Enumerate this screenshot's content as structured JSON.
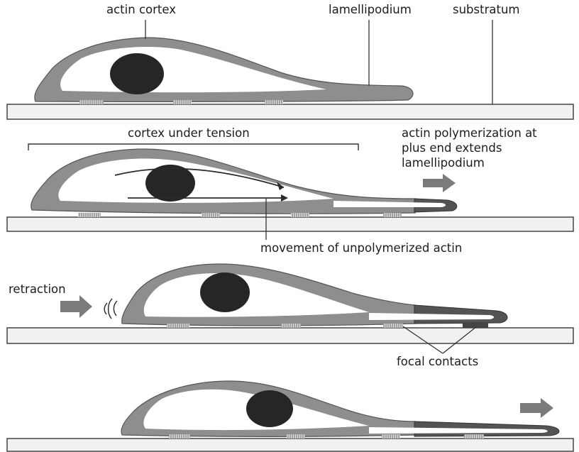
{
  "labels": {
    "actin_cortex": "actin cortex",
    "lamellipodium": "lamellipodium",
    "substratum": "substratum",
    "cortex_under_tension": "cortex under tension",
    "polymerization_line1": "actin polymerization at",
    "polymerization_line2": "plus end extends",
    "polymerization_line3": "lamellipodium",
    "movement_unpolymerized": "movement of unpolymerized actin",
    "retraction": "retraction",
    "focal_contacts": "focal contacts"
  },
  "colors": {
    "cortex": "#8e8e8e",
    "cytoplasm": "#ffffff",
    "nucleus": "#262626",
    "substratum": "#f1f1f1",
    "arrow": "#7b7b7b",
    "new_lamellipodium": "#545454",
    "outline": "#3a3a3a"
  },
  "stages": [
    {
      "stage": 1
    },
    {
      "stage": 2
    },
    {
      "stage": 3
    },
    {
      "stage": 4
    }
  ]
}
